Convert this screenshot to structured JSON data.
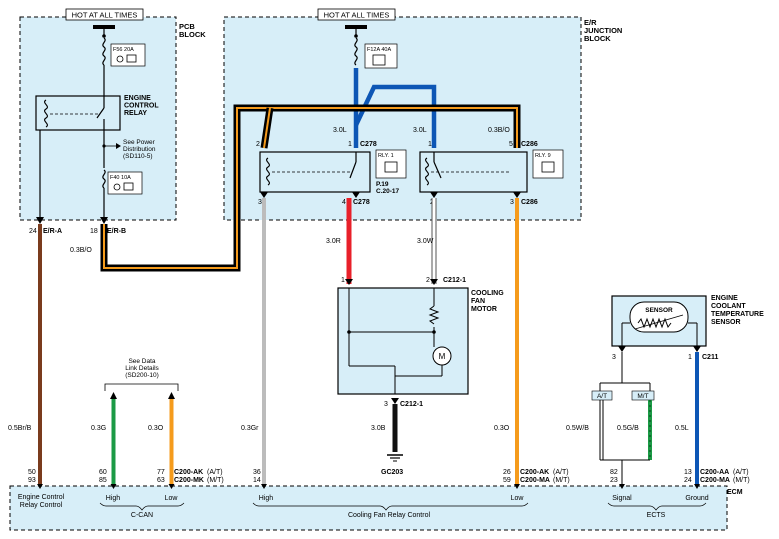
{
  "hot_labels": {
    "left": "HOT AT ALL TIMES",
    "right": "HOT AT ALL TIMES"
  },
  "pcb_block": {
    "name_line1": "PCB",
    "name_line2": "BLOCK",
    "fuse_f56": "F56 20A",
    "relay_line1": "ENGINE",
    "relay_line2": "CONTROL",
    "relay_line3": "RELAY",
    "see_line1": "See Power",
    "see_line2": "Distribution",
    "see_line3": "(SD110-5)",
    "fuse_f40": "F40 10A",
    "pin_a": "24",
    "conn_a": "E/R-A",
    "pin_b": "18",
    "conn_b": "E/R-B"
  },
  "er_block": {
    "name_line1": "E/R",
    "name_line2": "JUNCTION",
    "name_line3": "BLOCK",
    "fuse_f12a": "F12A 40A",
    "rly1": "RLY. 1",
    "rly9": "RLY. 9",
    "page_ref1": "P.19",
    "page_ref2": "C.20-17",
    "c278": "C278",
    "c286": "C286",
    "pin_2_left": "2",
    "pin_1_left": "1",
    "pin_3_left": "3",
    "pin_4_left": "4",
    "pin_1_right": "1",
    "pin_5_right": "5",
    "pin_2_right": "2",
    "pin_3_right": "3"
  },
  "wires": {
    "w30l_left": "3.0L",
    "w30l_right": "3.0L",
    "w03bo_top": "0.3B/O",
    "w03bo_left": "0.3B/O",
    "w30r": "3.0R",
    "w30w": "3.0W",
    "w05brb": "0.5Br/B",
    "w03g": "0.3G",
    "w03o_can": "0.3O",
    "w03gr": "0.3Gr",
    "w30b": "3.0B",
    "w03o_right": "0.3O",
    "w05wb": "0.5W/B",
    "w05gb": "0.5G/B",
    "w05l": "0.5L"
  },
  "motor": {
    "title_line1": "COOLING",
    "title_line2": "FAN",
    "title_line3": "MOTOR",
    "c212_1_top": "C212-1",
    "c212_1_bottom": "C212-1",
    "pin_1": "1",
    "pin_2": "2",
    "pin_3": "3",
    "m": "M",
    "ground": "GC203"
  },
  "sensor": {
    "label": "SENSOR",
    "title_line1": "ENGINE",
    "title_line2": "COOLANT",
    "title_line3": "TEMPERATURE",
    "title_line4": "SENSOR",
    "pin_3": "3",
    "pin_1": "1",
    "conn": "C211",
    "at": "A/T",
    "mt": "M/T"
  },
  "data_link": {
    "line1": "See Data",
    "line2": "Link Details",
    "line3": "(SD200-10)"
  },
  "ecm": {
    "label": "ECM",
    "pins_erc": [
      "50",
      "93"
    ],
    "pins_high_can": [
      "60",
      "85"
    ],
    "pins_low_can": [
      "77",
      "63"
    ],
    "conn_ak": "C200-AK",
    "conn_ak_suffix": "(A/T)",
    "conn_mk": "C200-MK",
    "conn_mk_suffix": "(M/T)",
    "pins_fan_high": [
      "36",
      "14"
    ],
    "pins_fan_low": [
      "26",
      "59"
    ],
    "conn_ak2": "C200-AK",
    "conn_ak2_suffix": "(A/T)",
    "conn_ma2": "C200-MA",
    "conn_ma2_suffix": "(M/T)",
    "pins_signal": [
      "82",
      "23"
    ],
    "pins_ground": [
      "13",
      "24"
    ],
    "conn_aa": "C200-AA",
    "conn_aa_suffix": "(A/T)",
    "conn_ma3": "C200-MA",
    "conn_ma3_suffix": "(M/T)",
    "label_erc_line1": "Engine Control",
    "label_erc_line2": "Relay Control",
    "label_high1": "High",
    "label_low1": "Low",
    "label_ccan": "C-CAN",
    "label_high2": "High",
    "label_low2": "Low",
    "label_fan_ctrl": "Cooling Fan Relay Control",
    "label_signal": "Signal",
    "label_ground": "Ground",
    "label_ects": "ECTS"
  },
  "colors": {
    "block_fill": "#d7eef8",
    "brown": "#7a3b1d",
    "orange": "#f59b1c",
    "blue": "#0d56b5",
    "red": "#e8202a",
    "gray": "#bcbcbc",
    "green": "#1b9a45",
    "black": "#111111"
  }
}
